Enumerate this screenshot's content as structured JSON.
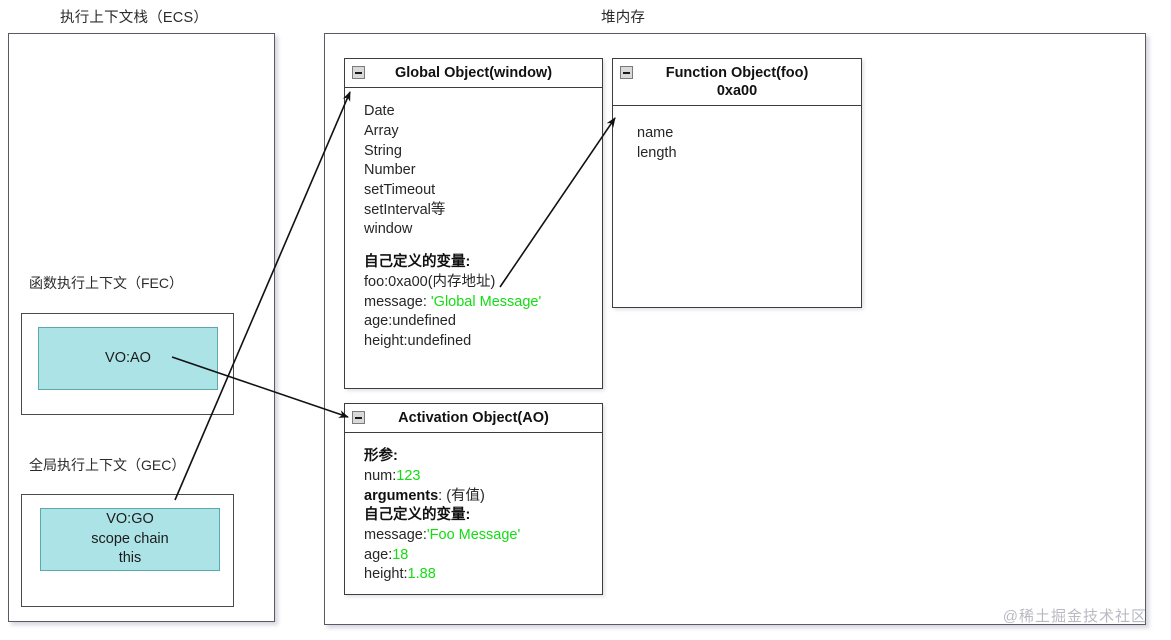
{
  "captions": {
    "ecs": "执行上下文栈（ECS）",
    "heap": "堆内存"
  },
  "stack": {
    "fec_label": "函数执行上下文（FEC）",
    "gec_label": "全局执行上下文（GEC）",
    "vo_ao": {
      "line1": "VO:AO"
    },
    "vo_go": {
      "line1": "VO:GO",
      "line2": "scope chain",
      "line3": "this"
    }
  },
  "heap": {
    "global_object": {
      "title": "Global Object(window)",
      "collapse_icon": "minus-box-icon",
      "builtins": [
        "Date",
        "Array",
        "String",
        "Number",
        "setTimeout",
        "setInterval等",
        "window"
      ],
      "custom_heading": "自己定义的变量:",
      "custom_vars": [
        {
          "key": "foo:0xa00(内存地址)",
          "value": "",
          "value_color": "none"
        },
        {
          "key": "message: ",
          "value": "'Global Message'",
          "value_color": "green"
        },
        {
          "key": "age:undefined",
          "value": "",
          "value_color": "none"
        },
        {
          "key": "height:undefined",
          "value": "",
          "value_color": "none"
        }
      ]
    },
    "function_object": {
      "title_line1": "Function Object(foo)",
      "title_line2": "0xa00",
      "collapse_icon": "minus-box-icon",
      "props": [
        "name",
        "length"
      ]
    },
    "activation_object": {
      "title": "Activation Object(AO)",
      "collapse_icon": "minus-box-icon",
      "params_heading": "形参:",
      "params": [
        {
          "key": "num:",
          "value": "123",
          "value_color": "green"
        }
      ],
      "arguments_label": "arguments",
      "arguments_value": ": (有值)",
      "custom_heading": "自己定义的变量:",
      "custom_vars": [
        {
          "key": "message:",
          "value": "'Foo Message'",
          "value_color": "green"
        },
        {
          "key": "age:",
          "value": "18",
          "value_color": "green"
        },
        {
          "key": "height:",
          "value": "1.88",
          "value_color": "green"
        }
      ]
    }
  },
  "arrows": [
    {
      "name": "arrow-go-to-global-object"
    },
    {
      "name": "arrow-ao-to-activation-object"
    },
    {
      "name": "arrow-foo-address-to-function-object"
    }
  ],
  "watermark": "@稀土掘金技术社区",
  "colors": {
    "vo_fill": "#ace3e6",
    "value_green": "#12dd12",
    "border": "#3d3d3d"
  }
}
